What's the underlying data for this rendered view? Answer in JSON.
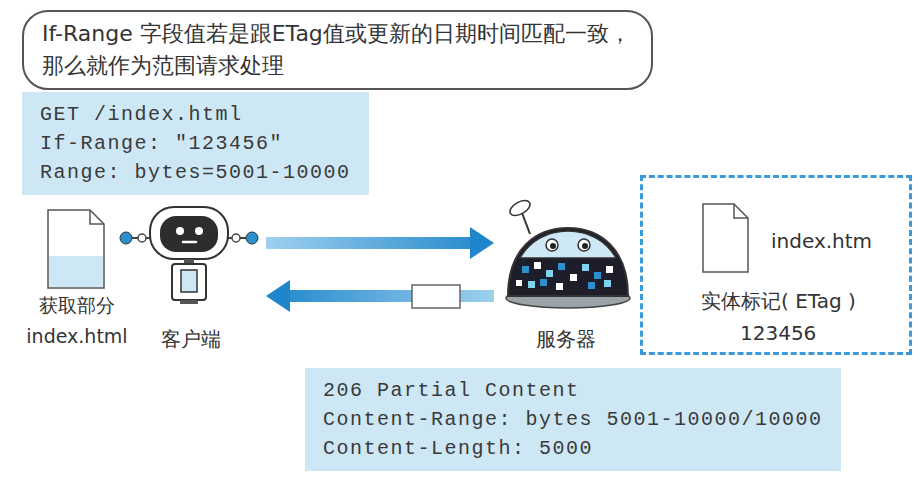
{
  "diagram": {
    "nodes": [
      {
        "text": [
          "If-Range 字段值若是跟ETag值或更新的日期时间匹配一致， 那么就作为范围请求处理"
        ]
      },
      {
        "text": [
          "GET /index.html",
          "If-Range: \"123456\"",
          "Range: bytes=5001-10000"
        ]
      },
      {
        "text": [
          "客户端"
        ]
      },
      {
        "text": [
          "服务器"
        ]
      },
      {
        "text": [
          "index.htm",
          "实体标记( ETag )",
          "123456"
        ]
      },
      {
        "text": [
          "206 Partial Content",
          "Content-Range: bytes 5001-10000/10000",
          "Content-Length: 5000"
        ]
      }
    ],
    "edges": [
      {
        "from": 2,
        "to": 3,
        "arrow": "to"
      },
      {
        "from": 3,
        "to": 2,
        "arrow": "to"
      }
    ],
    "labels": [
      "获取部分 index.html"
    ]
  }
}
